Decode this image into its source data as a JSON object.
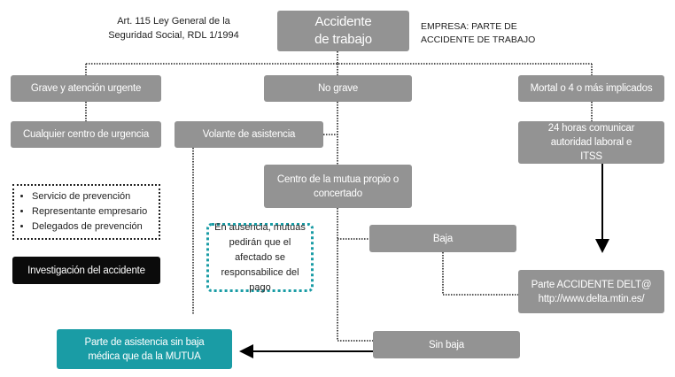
{
  "root": {
    "line1": "Accidente",
    "line2": "de trabajo"
  },
  "legal_note": {
    "line1": "Art. 115 Ley General de la",
    "line2": "Seguridad Social, RDL 1/1994"
  },
  "company_note": {
    "line1": "EMPRESA:  PARTE DE",
    "line2": "ACCIDENTE DE TRABAJO"
  },
  "categories": {
    "grave": "Grave y atención urgente",
    "no_grave": "No grave",
    "mortal": "Mortal o 4 o más implicados"
  },
  "grave_branch": {
    "center": "Cualquier centro de urgencia"
  },
  "no_grave_branch": {
    "volante": "Volante de asistencia",
    "centro": "Centro de la mutua propio o concertado",
    "baja": "Baja",
    "sin_baja": "Sin baja",
    "absence_note": "En ausencia, mutuas pedirán que el afectado se responsabilice del pago",
    "parte_asistencia": "Parte de asistencia sin baja médica que da la MUTUA"
  },
  "mortal_branch": {
    "communicate": "24 horas comunicar autoridad laboral e ITSS",
    "delta_line1": "Parte ACCIDENTE DELT@",
    "delta_line2": "http://www.delta.mtin.es/"
  },
  "investigation": {
    "participants": [
      "Servicio de prevención",
      "Representante empresario",
      "Delegados de prevención"
    ],
    "label": "Investigación del accidente"
  },
  "colors": {
    "box": "#939393",
    "accent": "#1a9ca5",
    "dark": "#0b0b0b"
  }
}
